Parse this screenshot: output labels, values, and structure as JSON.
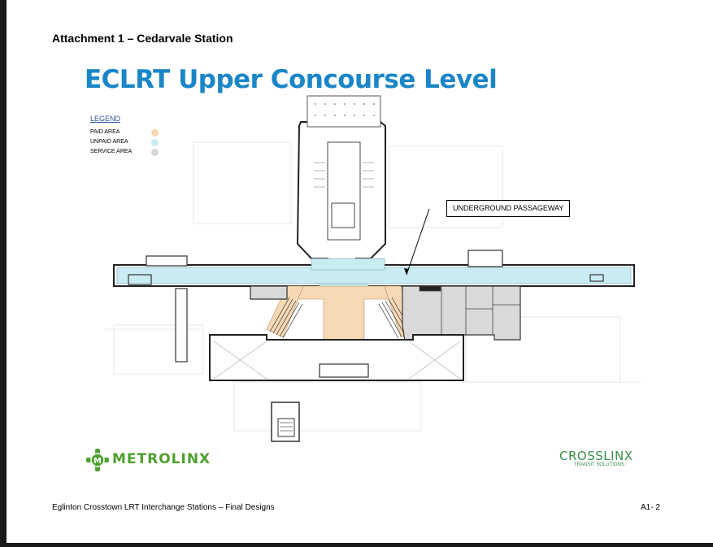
{
  "header": {
    "title": "Attachment 1 – Cedarvale Station"
  },
  "plan": {
    "title": "ECLRT Upper Concourse Level"
  },
  "legend": {
    "title": "LEGEND",
    "items": [
      {
        "label": "PAID AREA",
        "color": "#f6d9b4"
      },
      {
        "label": "UNPAID AREA",
        "color": "#c9ecf2"
      },
      {
        "label": "SERVICE AREA",
        "color": "#d9d9d9"
      }
    ]
  },
  "callout": {
    "text": "UNDERGROUND PASSAGEWAY"
  },
  "logos": {
    "metrolinx": {
      "word": "METROLINX",
      "mark": "M",
      "color": "#4fa02f"
    },
    "crosslinx": {
      "word": "CROSSLINX",
      "sub": "TRANSIT SOLUTIONS",
      "color": "#3a8f4a"
    }
  },
  "footer": {
    "left": "Eglinton Crosstown LRT Interchange Stations – Final Designs",
    "right": "A1- 2"
  }
}
